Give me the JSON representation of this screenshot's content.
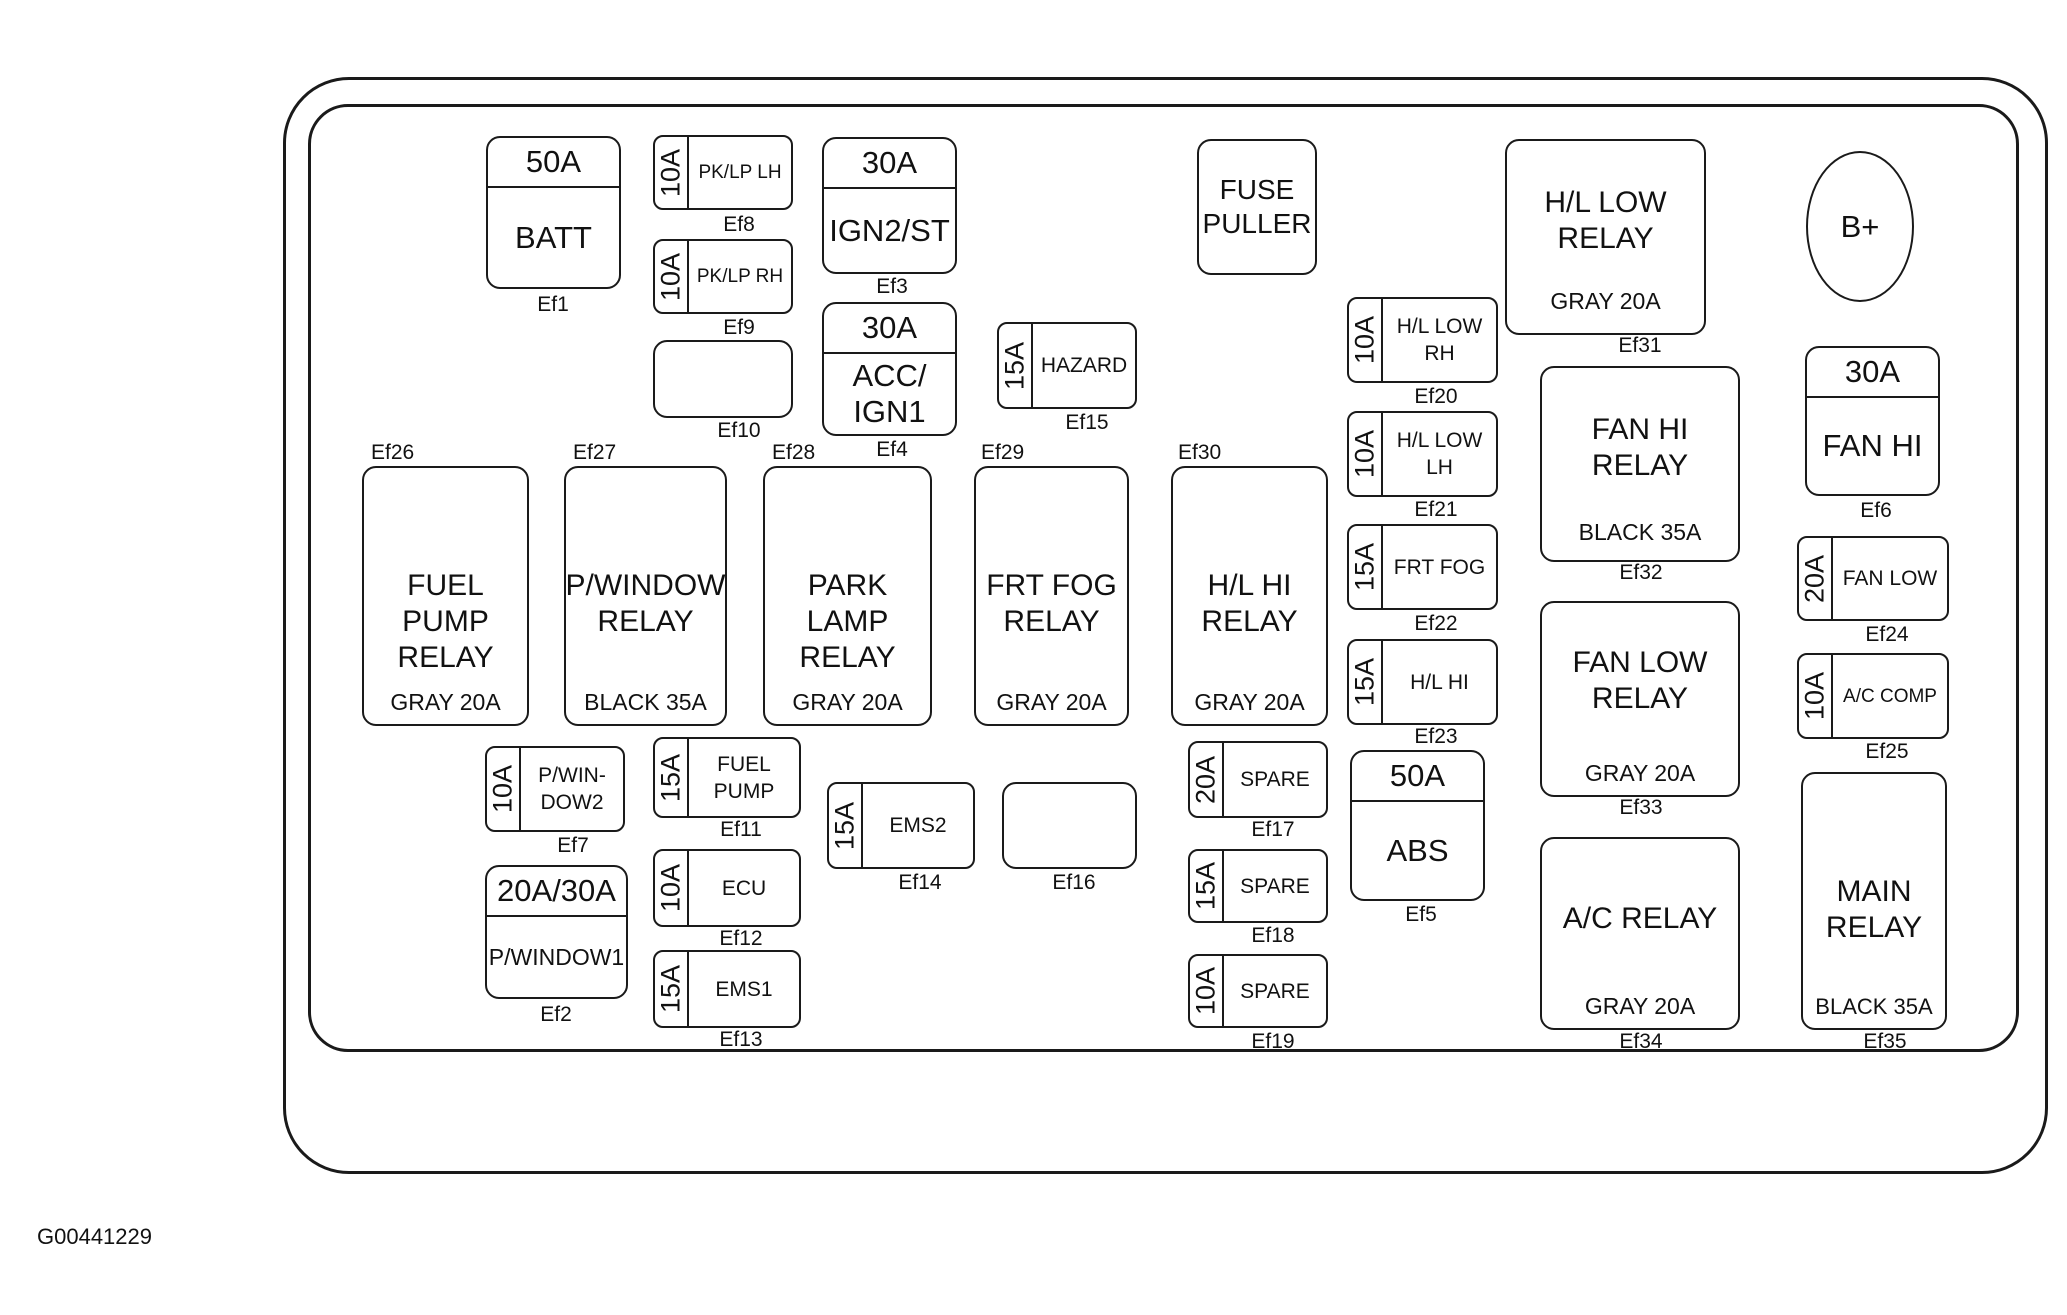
{
  "diagram_id": "G00441229",
  "battery_terminal": "B+",
  "relays": [
    {
      "id": "Ef26",
      "name": "FUEL PUMP\nRELAY",
      "rating": "GRAY 20A"
    },
    {
      "id": "Ef27",
      "name": "P/WINDOW\nRELAY",
      "rating": "BLACK 35A"
    },
    {
      "id": "Ef28",
      "name": "PARK LAMP\nRELAY",
      "rating": "GRAY 20A"
    },
    {
      "id": "Ef29",
      "name": "FRT FOG\nRELAY",
      "rating": "GRAY 20A"
    },
    {
      "id": "Ef30",
      "name": "H/L HI\nRELAY",
      "rating": "GRAY 20A"
    },
    {
      "id": "Ef31",
      "name": "H/L LOW\nRELAY",
      "rating": "GRAY 20A"
    },
    {
      "id": "Ef32",
      "name": "FAN HI\nRELAY",
      "rating": "BLACK 35A"
    },
    {
      "id": "Ef33",
      "name": "FAN LOW\nRELAY",
      "rating": "GRAY 20A"
    },
    {
      "id": "Ef34",
      "name": "A/C RELAY",
      "rating": "GRAY 20A"
    },
    {
      "id": "Ef35",
      "name": "MAIN\nRELAY",
      "rating": "BLACK 35A"
    }
  ],
  "fuses": [
    {
      "id": "Ef1",
      "amp": "50A",
      "name": "BATT"
    },
    {
      "id": "Ef2",
      "amp": "20A/30A",
      "name": "P/WINDOW1"
    },
    {
      "id": "Ef3",
      "amp": "30A",
      "name": "IGN2/ST"
    },
    {
      "id": "Ef4",
      "amp": "30A",
      "name": "ACC/\nIGN1"
    },
    {
      "id": "Ef5",
      "amp": "50A",
      "name": "ABS"
    },
    {
      "id": "Ef6",
      "amp": "30A",
      "name": "FAN HI"
    },
    {
      "id": "Ef7",
      "amp": "10A",
      "name": "P/WIN-\nDOW2"
    },
    {
      "id": "Ef8",
      "amp": "10A",
      "name": "PK/LP LH"
    },
    {
      "id": "Ef9",
      "amp": "10A",
      "name": "PK/LP RH"
    },
    {
      "id": "Ef10",
      "amp": "",
      "name": ""
    },
    {
      "id": "Ef11",
      "amp": "15A",
      "name": "FUEL\nPUMP"
    },
    {
      "id": "Ef12",
      "amp": "10A",
      "name": "ECU"
    },
    {
      "id": "Ef13",
      "amp": "15A",
      "name": "EMS1"
    },
    {
      "id": "Ef14",
      "amp": "15A",
      "name": "EMS2"
    },
    {
      "id": "Ef15",
      "amp": "15A",
      "name": "HAZARD"
    },
    {
      "id": "Ef16",
      "amp": "",
      "name": ""
    },
    {
      "id": "Ef17",
      "amp": "20A",
      "name": "SPARE"
    },
    {
      "id": "Ef18",
      "amp": "15A",
      "name": "SPARE"
    },
    {
      "id": "Ef19",
      "amp": "10A",
      "name": "SPARE"
    },
    {
      "id": "Ef20",
      "amp": "10A",
      "name": "H/L LOW\nRH"
    },
    {
      "id": "Ef21",
      "amp": "10A",
      "name": "H/L LOW\nLH"
    },
    {
      "id": "Ef22",
      "amp": "15A",
      "name": "FRT FOG"
    },
    {
      "id": "Ef23",
      "amp": "15A",
      "name": "H/L HI"
    },
    {
      "id": "Ef24",
      "amp": "20A",
      "name": "FAN LOW"
    },
    {
      "id": "Ef25",
      "amp": "10A",
      "name": "A/C COMP"
    }
  ],
  "fuse_puller": "FUSE\nPULLER"
}
